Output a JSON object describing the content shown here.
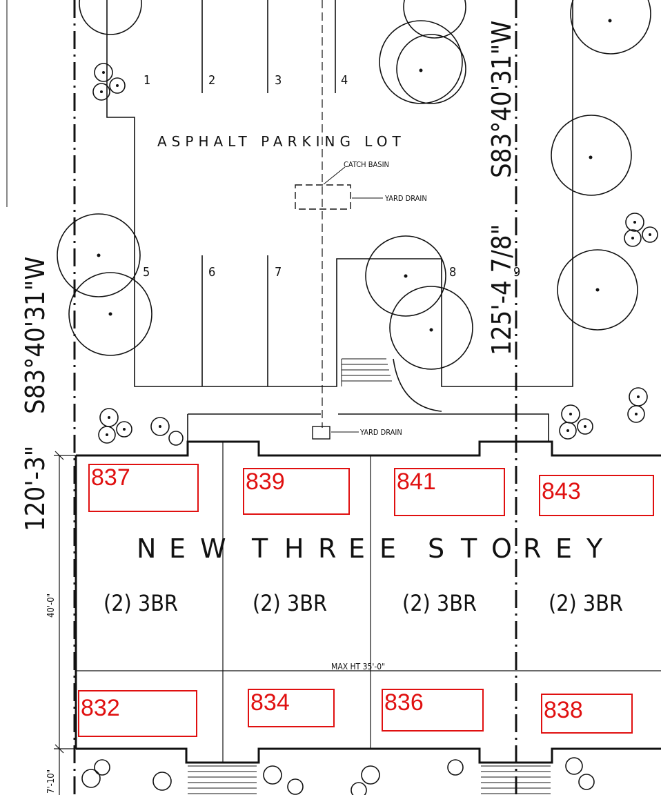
{
  "site": {
    "lot_label": "ASPHALT PARKING LOT",
    "catch_basin": "CATCH BASIN",
    "yard_drain_top": "YARD DRAIN",
    "yard_drain_bottom": "YARD DRAIN",
    "left_bearing": "S83°40'31\"W",
    "left_length": "120'-3\"",
    "right_bearing": "S83°40'31\"W",
    "right_length": "125'-4 7/8\"",
    "dim_depth": "40'-0\"",
    "dim_setback": "7'-10\"",
    "max_height": "MAX HT 35'-0\""
  },
  "parking_stalls": [
    "1",
    "2",
    "3",
    "4",
    "5",
    "6",
    "7",
    "8",
    "9"
  ],
  "building": {
    "words": [
      "N",
      "E",
      "W",
      "T",
      "H",
      "R",
      "E",
      "E",
      "S",
      "T",
      "O",
      "R",
      "E",
      "Y"
    ],
    "units": [
      "(2) 3BR",
      "(2) 3BR",
      "(2) 3BR",
      "(2) 3BR"
    ]
  },
  "address_labels": {
    "color": "#e01010",
    "top": [
      "837",
      "839",
      "841",
      "843"
    ],
    "bottom": [
      "832",
      "834",
      "836",
      "838"
    ]
  }
}
